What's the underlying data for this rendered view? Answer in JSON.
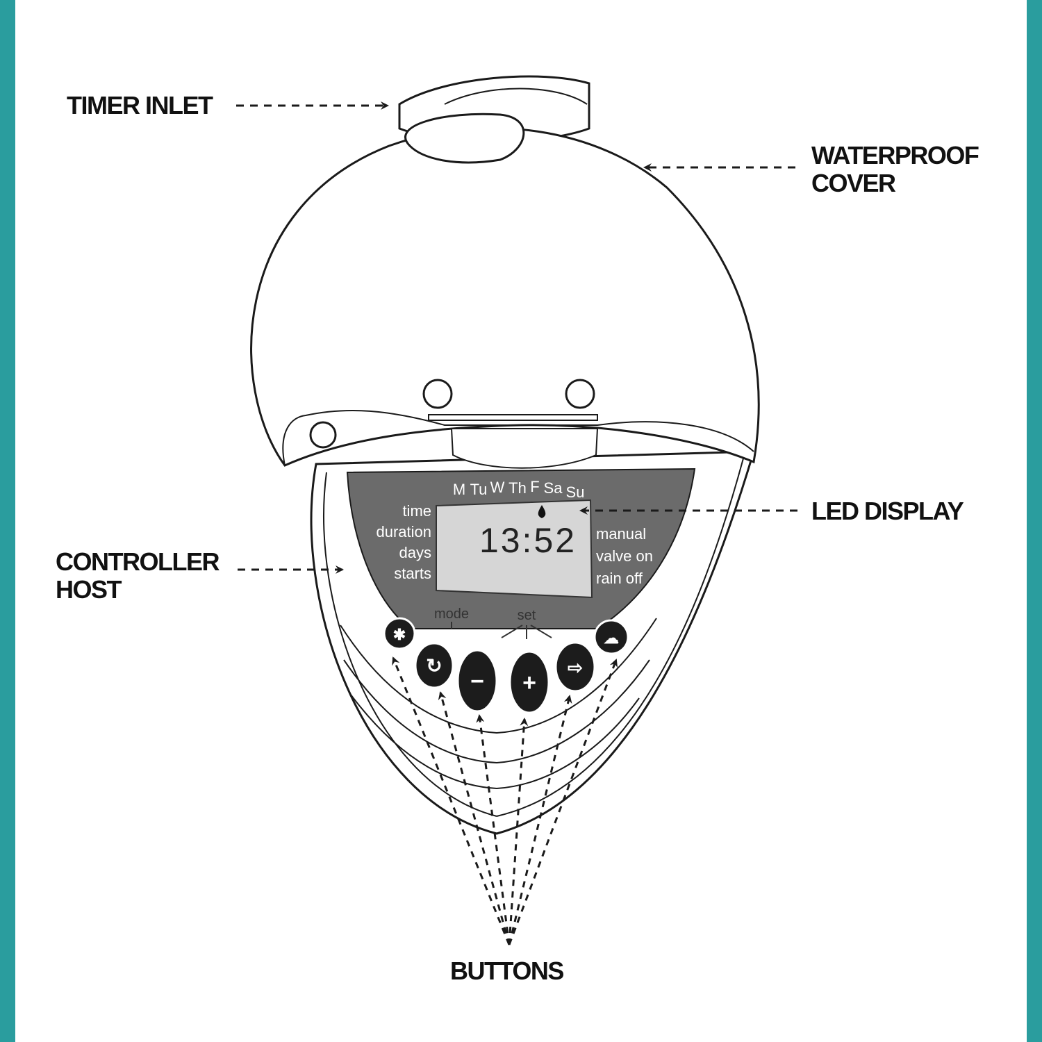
{
  "colors": {
    "frame": "#2a9d9e",
    "outline": "#1a1a1a",
    "panel": "#6b6b6b",
    "screen": "#d6d6d6",
    "button": "#1c1c1c",
    "label_text": "#111111"
  },
  "callouts": {
    "timer_inlet": "TIMER INLET",
    "waterproof_cover_line1": "WATERPROOF",
    "waterproof_cover_line2": "COVER",
    "led_display": "LED DISPLAY",
    "controller_host_line1": "CONTROLLER",
    "controller_host_line2": "HOST",
    "buttons": "BUTTONS"
  },
  "display": {
    "days": [
      "M",
      "Tu",
      "W",
      "Th",
      "F",
      "Sa",
      "Su"
    ],
    "left_labels": [
      "time",
      "duration",
      "days",
      "starts"
    ],
    "right_labels": [
      "manual",
      "valve on",
      "rain off"
    ],
    "clock": "13:52",
    "drop_icon": "water-drop-icon"
  },
  "button_labels": {
    "mode": "mode",
    "set": "set"
  },
  "buttons": [
    {
      "name": "sprinkler-icon",
      "glyph": "✱"
    },
    {
      "name": "mode-cycle-icon",
      "glyph": "↻"
    },
    {
      "name": "minus-icon",
      "glyph": "−"
    },
    {
      "name": "plus-icon",
      "glyph": "+"
    },
    {
      "name": "right-arrow-icon",
      "glyph": "⇨"
    },
    {
      "name": "rain-cloud-icon",
      "glyph": "☁"
    }
  ]
}
